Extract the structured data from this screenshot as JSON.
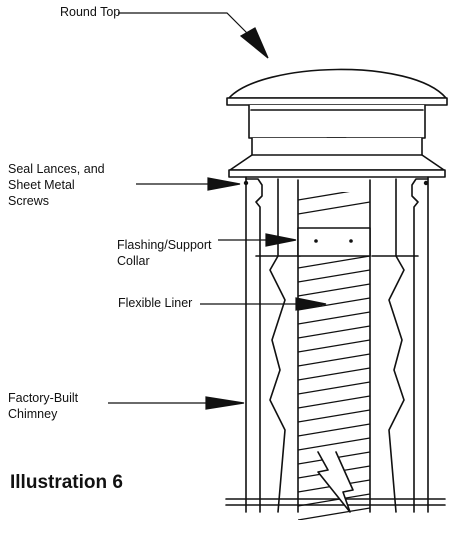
{
  "diagram": {
    "title": "Illustration 6",
    "labels": {
      "round_top": "Round Top",
      "seal_lances_line1": "Seal Lances, and",
      "seal_lances_line2": "Sheet Metal",
      "seal_lances_line3": "Screws",
      "flashing_line1": "Flashing/Support",
      "flashing_line2": "Collar",
      "flexible_liner": "Flexible Liner",
      "chimney_line1": "Factory-Built",
      "chimney_line2": "Chimney"
    }
  }
}
